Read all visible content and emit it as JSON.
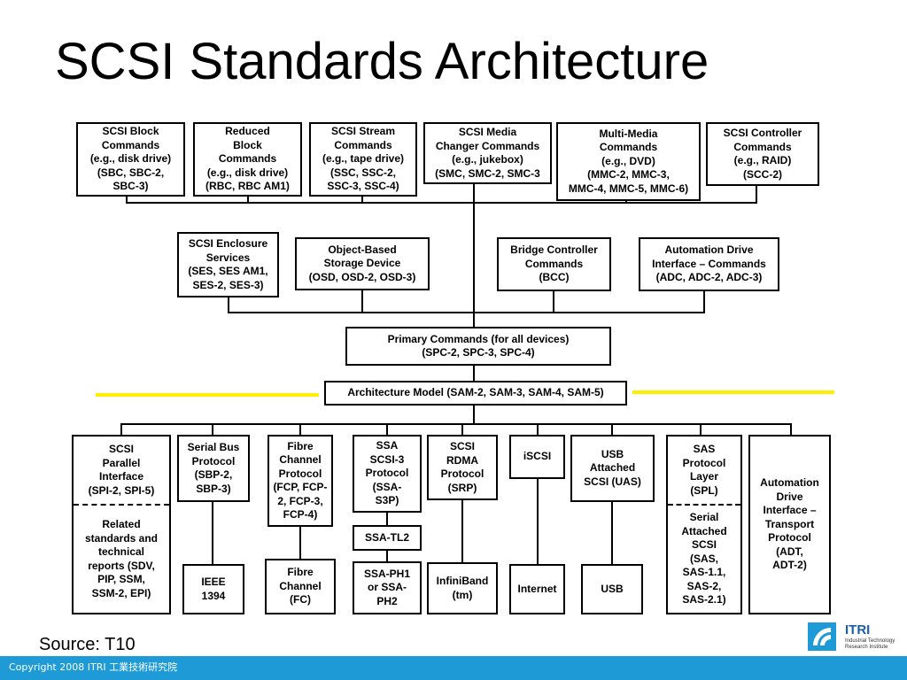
{
  "title": "SCSI Standards Architecture",
  "command_sets": {
    "row1": [
      {
        "id": "sbc",
        "text": "SCSI Block\nCommands\n(e.g., disk drive)\n(SBC, SBC-2,\nSBC-3)"
      },
      {
        "id": "rbc",
        "text": "Reduced\nBlock\nCommands\n(e.g., disk drive)\n(RBC, RBC AM1)"
      },
      {
        "id": "ssc",
        "text": "SCSI Stream\nCommands\n(e.g., tape drive)\n(SSC, SSC-2,\nSSC-3, SSC-4)"
      },
      {
        "id": "smc",
        "text": "SCSI Media\nChanger Commands\n(e.g., jukebox)\n(SMC, SMC-2, SMC-3"
      },
      {
        "id": "mmc",
        "text": "Multi-Media\nCommands\n(e.g., DVD)\n(MMC-2, MMC-3,\nMMC-4, MMC-5, MMC-6)"
      },
      {
        "id": "scc",
        "text": "SCSI Controller\nCommands\n(e.g., RAID)\n(SCC-2)"
      }
    ],
    "row2": [
      {
        "id": "ses",
        "text": "SCSI Enclosure\nServices\n(SES, SES AM1,\nSES-2, SES-3)"
      },
      {
        "id": "osd",
        "text": "Object-Based\nStorage Device\n(OSD, OSD-2, OSD-3)"
      },
      {
        "id": "bcc",
        "text": "Bridge Controller\nCommands\n(BCC)"
      },
      {
        "id": "adc",
        "text": "Automation Drive\nInterface – Commands\n(ADC, ADC-2, ADC-3)"
      }
    ]
  },
  "primary_commands": "Primary Commands (for all devices)\n(SPC-2, SPC-3, SPC-4)",
  "architecture_model": "Architecture Model (SAM-2, SAM-3, SAM-4, SAM-5)",
  "protocols": {
    "spi_top": "SCSI\nParallel\nInterface\n(SPI-2, SPI-5)",
    "spi_bottom": "Related\nstandards and\ntechnical\nreports (SDV,\nPIP, SSM,\nSSM-2, EPI)",
    "sbp": "Serial Bus\nProtocol\n(SBP-2,\nSBP-3)",
    "fcp": "Fibre\nChannel\nProtocol\n(FCP, FCP-\n2, FCP-3,\nFCP-4)",
    "ssa": "SSA\nSCSI-3\nProtocol\n(SSA-\nS3P)",
    "srp": "SCSI\nRDMA\nProtocol\n(SRP)",
    "iscsi": "iSCSI",
    "uas": "USB\nAttached\nSCSI (UAS)",
    "spl": "SAS\nProtocol\nLayer\n(SPL)",
    "sas": "Serial\nAttached\nSCSI\n(SAS,\nSAS-1.1,\nSAS-2,\nSAS-2.1)",
    "adt": "Automation\nDrive\nInterface –\nTransport\nProtocol\n(ADT,\nADT-2)"
  },
  "interconnects": {
    "ieee1394": "IEEE\n1394",
    "fc": "Fibre\nChannel\n(FC)",
    "ssa_tl2": "SSA-TL2",
    "ssa_ph": "SSA-PH1\nor SSA-\nPH2",
    "infiniband": "InfiniBand\n(tm)",
    "internet": "Internet",
    "usb": "USB"
  },
  "source": "Source: T10",
  "footer": "Copyright 2008 ITRI 工業技術研究院",
  "logo": {
    "name": "ITRI",
    "subtitle": "Industrial Technology\nResearch Institute"
  }
}
